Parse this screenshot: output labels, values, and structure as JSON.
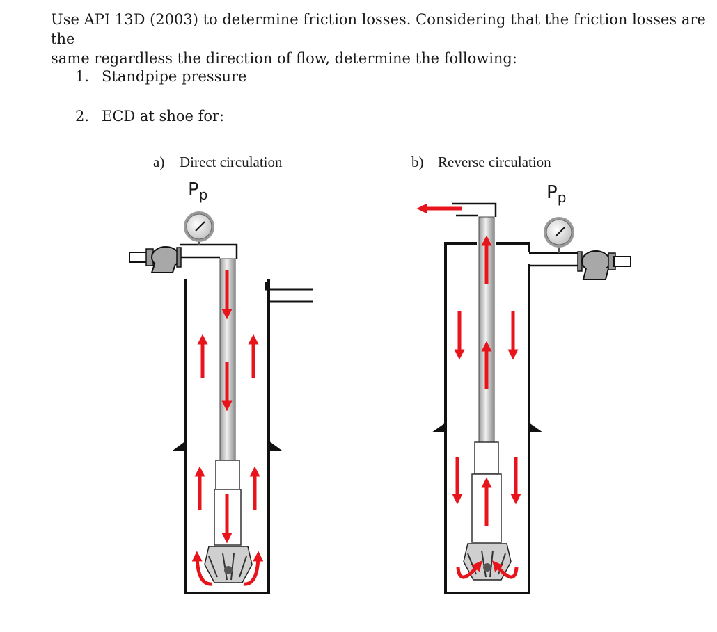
{
  "intro": {
    "line1": "Use API 13D (2003) to determine friction losses. Considering that the friction losses are the",
    "line2": "same regardless the direction of flow, determine the following:"
  },
  "items": [
    {
      "num": "1.",
      "text": "Standpipe pressure"
    },
    {
      "num": "2.",
      "text": "ECD at shoe for:"
    }
  ],
  "diagrams": [
    {
      "label": "a)",
      "title": "Direct circulation",
      "pressure_symbol": "P",
      "pressure_subscript": "p"
    },
    {
      "label": "b)",
      "title": "Reverse circulation",
      "pressure_symbol": "P",
      "pressure_subscript": "p"
    }
  ],
  "colors": {
    "flow_arrow": "#e8141b",
    "wellbore": "#111111",
    "pipe": "#c8c8c8"
  }
}
